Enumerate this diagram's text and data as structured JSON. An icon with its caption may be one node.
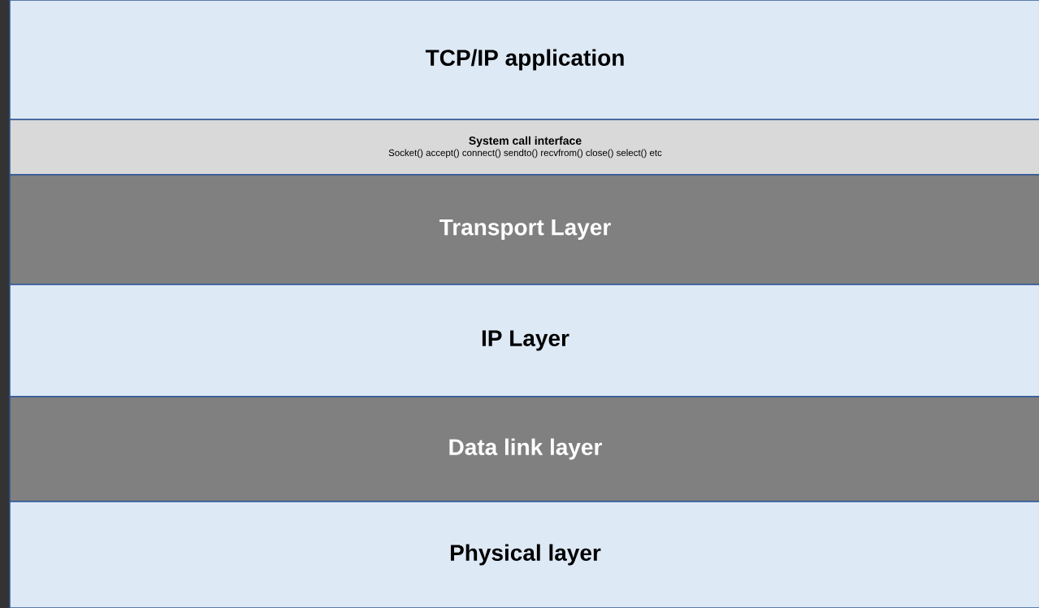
{
  "diagram": {
    "nodes": [
      {
        "text": [
          "TCP/IP application"
        ]
      },
      {
        "text": [
          "System call interface",
          "Socket() accept() connect() sendto() recvfrom() close() select() etc"
        ]
      },
      {
        "text": [
          "Transport Layer"
        ]
      },
      {
        "text": [
          "IP Layer"
        ]
      },
      {
        "text": [
          "Data link layer"
        ]
      },
      {
        "text": [
          "Physical layer"
        ]
      }
    ]
  }
}
